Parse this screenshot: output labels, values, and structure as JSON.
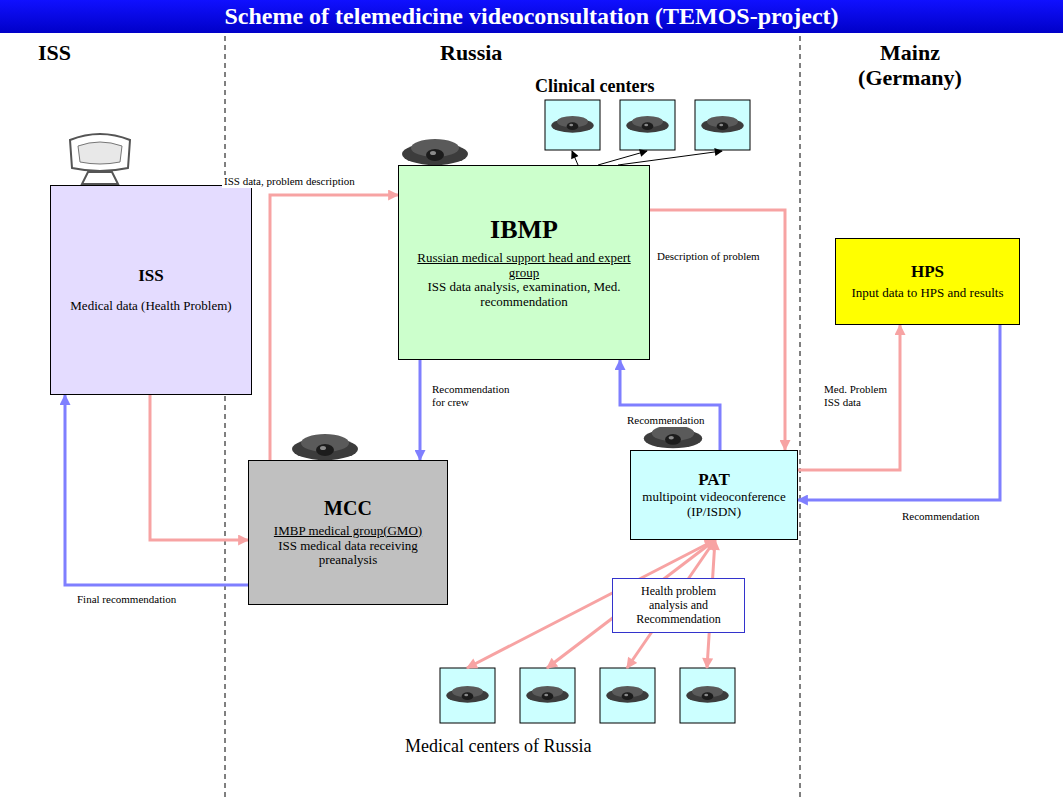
{
  "diagram": {
    "title": "Scheme of telemedicine videoconsultation (TEMOS-project)",
    "nodes": [
      {
        "text": [
          "ISS",
          "Medical data (Health Problem)"
        ]
      },
      {
        "text": [
          "IBMP",
          "Russian medical support head and expert group",
          "ISS data analysis, examination, Med. recommendation"
        ]
      },
      {
        "text": [
          "MCC",
          "IMBP medical group(GMO)",
          "ISS medical data receiving preanalysis"
        ]
      },
      {
        "text": [
          "PAT",
          "multipoint videoconference (IP/ISDN)"
        ]
      },
      {
        "text": [
          "HPS",
          "Input data to HPS and results"
        ]
      },
      {
        "text": [
          "Health problem analysis and Recommendation"
        ]
      }
    ],
    "edges": [
      {
        "from": 0,
        "to": 2,
        "arrow": "to"
      },
      {
        "from": 2,
        "to": 1,
        "label": "ISS data, problem description",
        "arrow": "to"
      },
      {
        "from": 1,
        "to": 2,
        "label": "Recommendation for crew",
        "arrow": "to"
      },
      {
        "from": 2,
        "to": 0,
        "label": "Final recommendation",
        "arrow": "to"
      },
      {
        "from": 1,
        "to": 3,
        "label": "Description of problem",
        "arrow": "to"
      },
      {
        "from": 3,
        "to": 1,
        "label": "Recommendation",
        "arrow": "to"
      },
      {
        "from": 3,
        "to": 4,
        "label": "Med. Problem ISS data",
        "arrow": "to"
      },
      {
        "from": 4,
        "to": 3,
        "label": "Recommendation",
        "arrow": "to"
      }
    ],
    "labels": [
      "ISS",
      "Russia",
      "Mainz (Germany)",
      "Clinical centers",
      "Medical centers of Russia"
    ]
  }
}
